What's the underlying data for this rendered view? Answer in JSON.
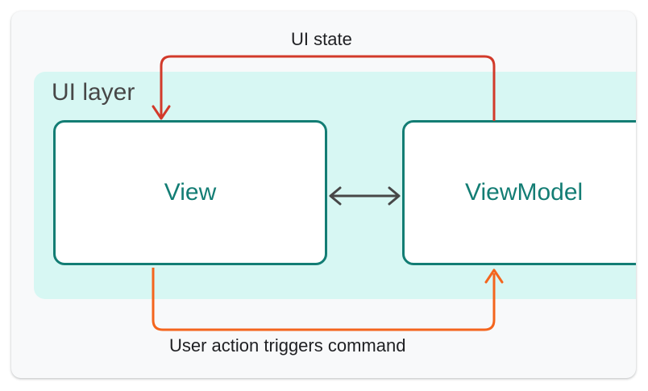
{
  "layer": {
    "label": "UI layer",
    "fill_color": "#d7f7f3"
  },
  "nodes": {
    "view": {
      "label": "View"
    },
    "viewmodel": {
      "label": "ViewModel"
    }
  },
  "edges": {
    "ui_state": {
      "label": "UI state",
      "color": "#d23a2a"
    },
    "user_action": {
      "label": "User action triggers command",
      "color": "#f4651d"
    },
    "bidirectional": {
      "color": "#474747"
    }
  },
  "colors": {
    "node_border": "#137d74",
    "node_text": "#137d74"
  }
}
